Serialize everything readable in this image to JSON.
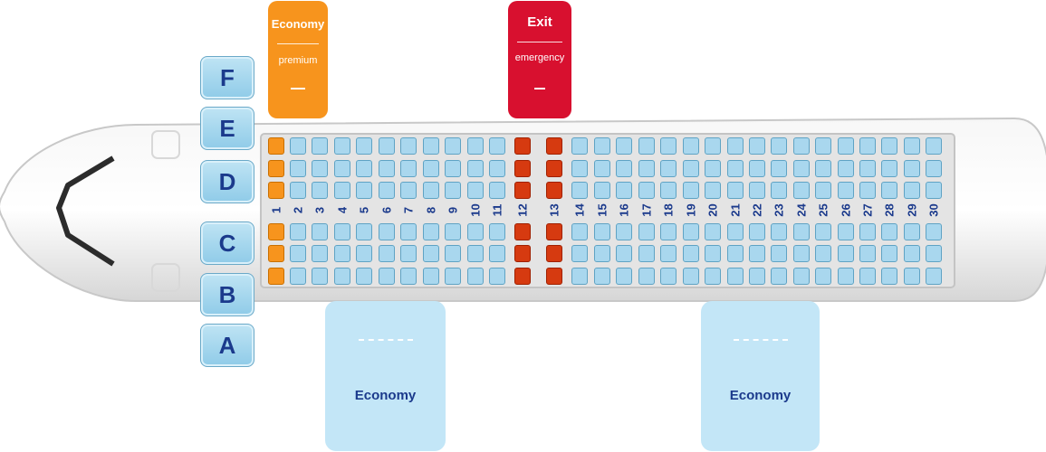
{
  "row_letters": [
    "F",
    "E",
    "D",
    "C",
    "B",
    "A"
  ],
  "class_tags": {
    "premium": {
      "title": "Economy",
      "subtitle": "premium",
      "color": "#f7941d"
    },
    "exit": {
      "title": "Exit",
      "subtitle": "emergency",
      "color": "#d8102f"
    },
    "economy_left": {
      "title": "Economy",
      "color": "#c3e6f7"
    },
    "economy_right": {
      "title": "Economy",
      "color": "#c3e6f7"
    }
  },
  "rows": [
    "1",
    "2",
    "3",
    "4",
    "5",
    "6",
    "7",
    "8",
    "9",
    "10",
    "11",
    "12",
    "13",
    "14",
    "15",
    "16",
    "17",
    "18",
    "19",
    "20",
    "21",
    "22",
    "23",
    "24",
    "25",
    "26",
    "27",
    "28",
    "29",
    "30"
  ],
  "seat_letters_per_row": 6,
  "premium_rows": [
    "1"
  ],
  "exit_rows": [
    "12",
    "13"
  ],
  "colors": {
    "economy_seat": "#a9d7ee",
    "premium_seat": "#f7941d",
    "exit_seat": "#d63a10",
    "letter_text": "#1b3a8c"
  }
}
